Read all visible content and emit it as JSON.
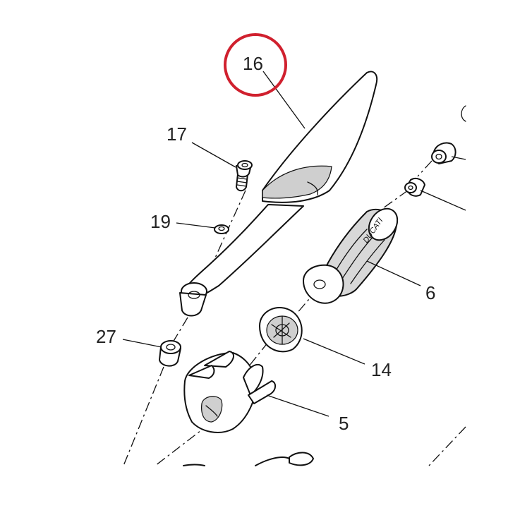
{
  "callouts": {
    "part_16": "16",
    "part_17": "17",
    "part_19": "19",
    "part_27": "27",
    "part_6": "6",
    "part_14": "14",
    "part_5": "5"
  },
  "grip_brand": "DUCATI",
  "highlight_color": "#d0202e"
}
